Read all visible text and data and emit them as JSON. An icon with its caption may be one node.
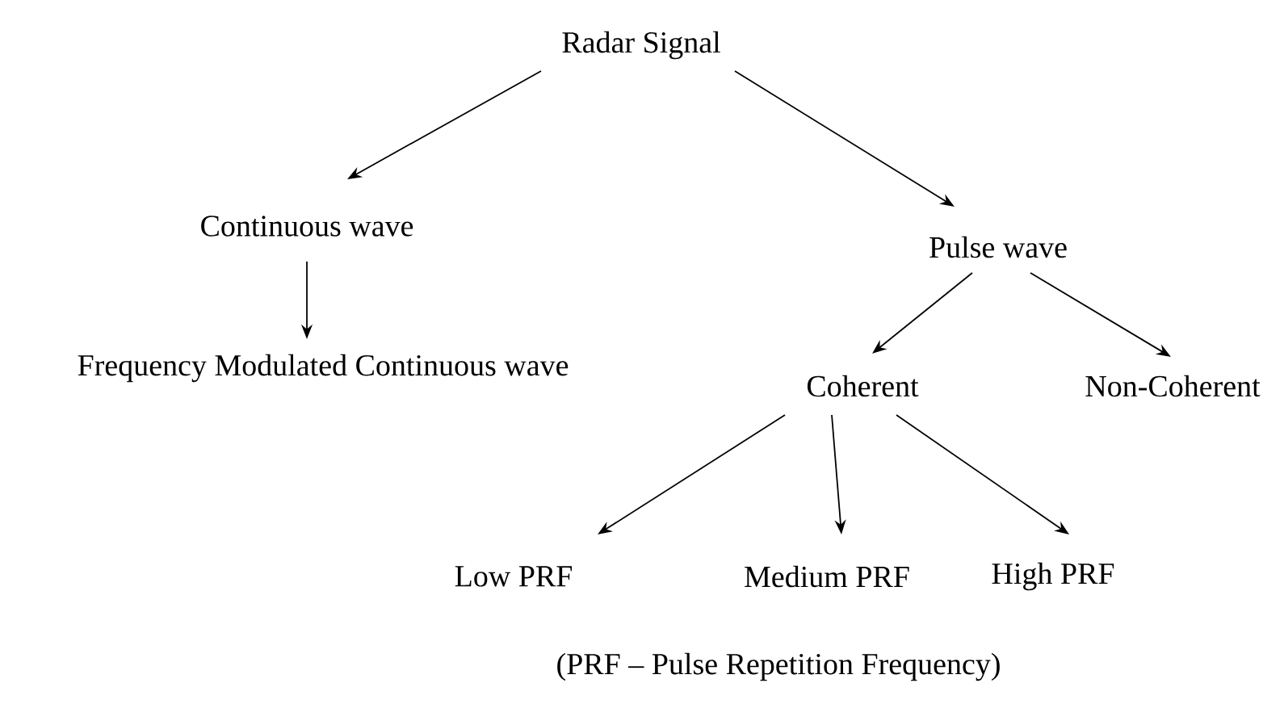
{
  "diagram": {
    "nodes": [
      {
        "text": [
          "Radar Signal"
        ]
      },
      {
        "text": [
          "Continuous wave"
        ]
      },
      {
        "text": [
          "Pulse wave"
        ]
      },
      {
        "text": [
          "Frequency Modulated Continuous wave"
        ]
      },
      {
        "text": [
          "Coherent"
        ]
      },
      {
        "text": [
          "Non-Coherent"
        ]
      },
      {
        "text": [
          "Low PRF"
        ]
      },
      {
        "text": [
          "Medium PRF"
        ]
      },
      {
        "text": [
          "High PRF"
        ]
      }
    ],
    "edges": [
      {
        "from": 0,
        "to": 1,
        "arrow": "to"
      },
      {
        "from": 0,
        "to": 2,
        "arrow": "to"
      },
      {
        "from": 1,
        "to": 3,
        "arrow": "to"
      },
      {
        "from": 2,
        "to": 4,
        "arrow": "to"
      },
      {
        "from": 2,
        "to": 5,
        "arrow": "to"
      },
      {
        "from": 4,
        "to": 6,
        "arrow": "to"
      },
      {
        "from": 4,
        "to": 7,
        "arrow": "to"
      },
      {
        "from": 4,
        "to": 8,
        "arrow": "to"
      }
    ],
    "labels": [
      "(PRF – Pulse Repetition Frequency)"
    ]
  }
}
